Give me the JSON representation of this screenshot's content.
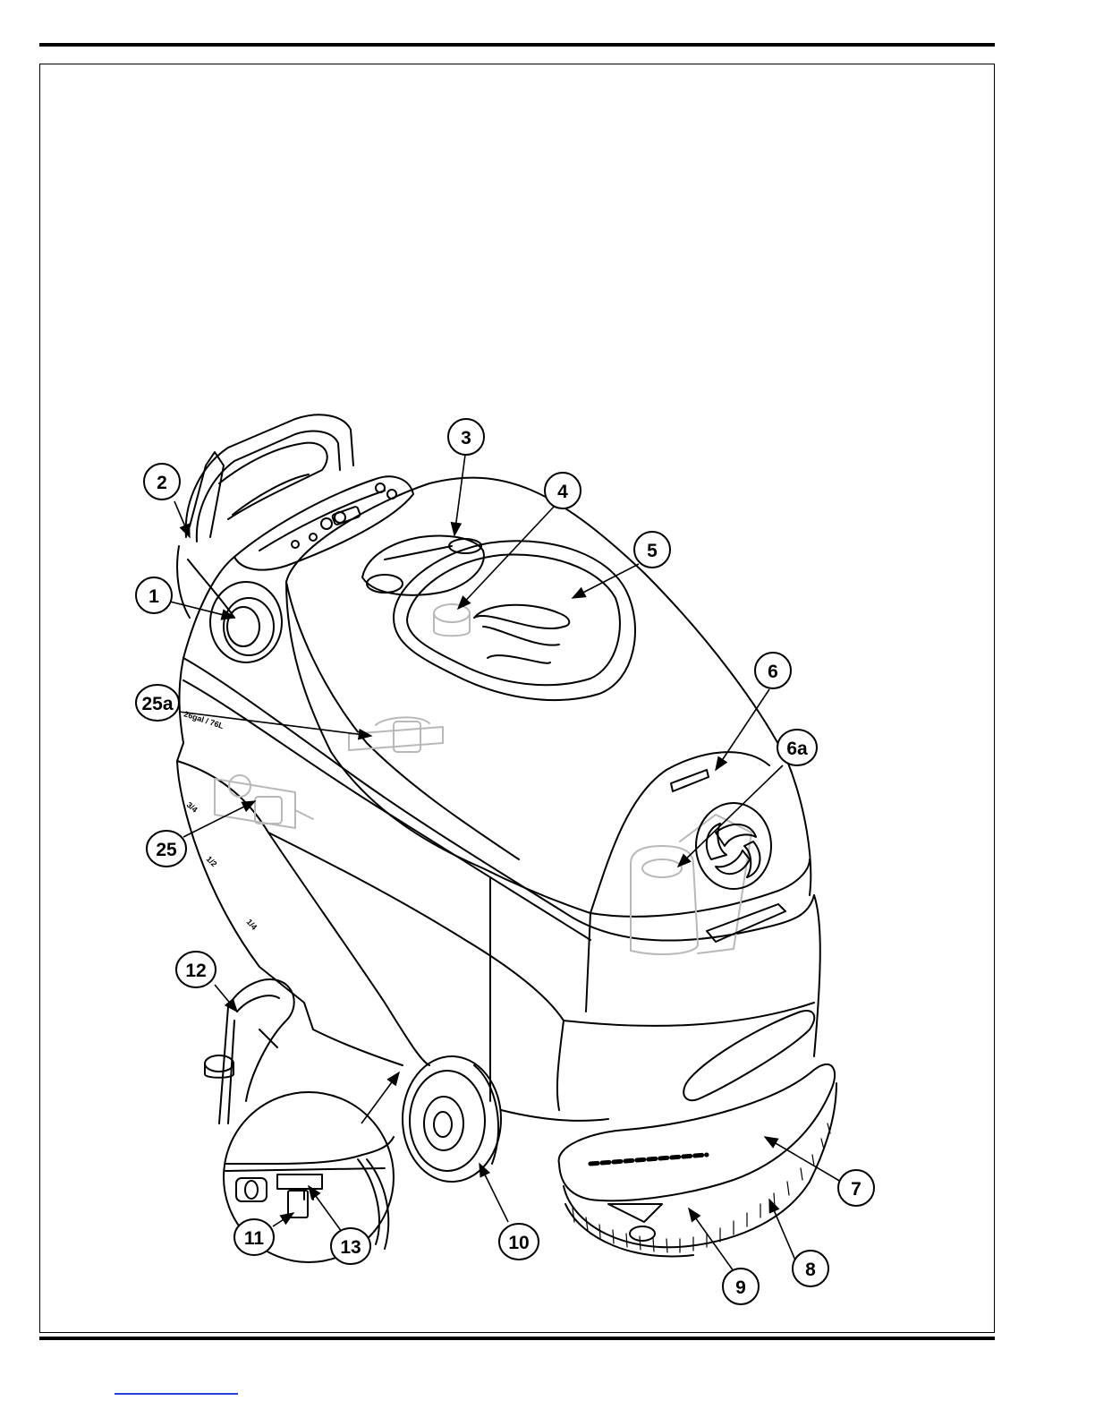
{
  "figure": {
    "callouts": [
      {
        "id": "c1",
        "label": "1"
      },
      {
        "id": "c2",
        "label": "2"
      },
      {
        "id": "c3",
        "label": "3"
      },
      {
        "id": "c4",
        "label": "4"
      },
      {
        "id": "c5",
        "label": "5"
      },
      {
        "id": "c6",
        "label": "6"
      },
      {
        "id": "c6a",
        "label": "6a"
      },
      {
        "id": "c7",
        "label": "7"
      },
      {
        "id": "c8",
        "label": "8"
      },
      {
        "id": "c9",
        "label": "9"
      },
      {
        "id": "c10",
        "label": "10"
      },
      {
        "id": "c11",
        "label": "11"
      },
      {
        "id": "c12",
        "label": "12"
      },
      {
        "id": "c13",
        "label": "13"
      },
      {
        "id": "c25",
        "label": "25"
      },
      {
        "id": "c25a",
        "label": "25a"
      }
    ],
    "tank_label_full": "26gal / 76L",
    "gauge_marks": [
      "3/4",
      "1/2",
      "1/4"
    ]
  },
  "colors": {
    "line": "#000000",
    "ghost": "#b8b8b8",
    "link": "#2a3fd6"
  }
}
